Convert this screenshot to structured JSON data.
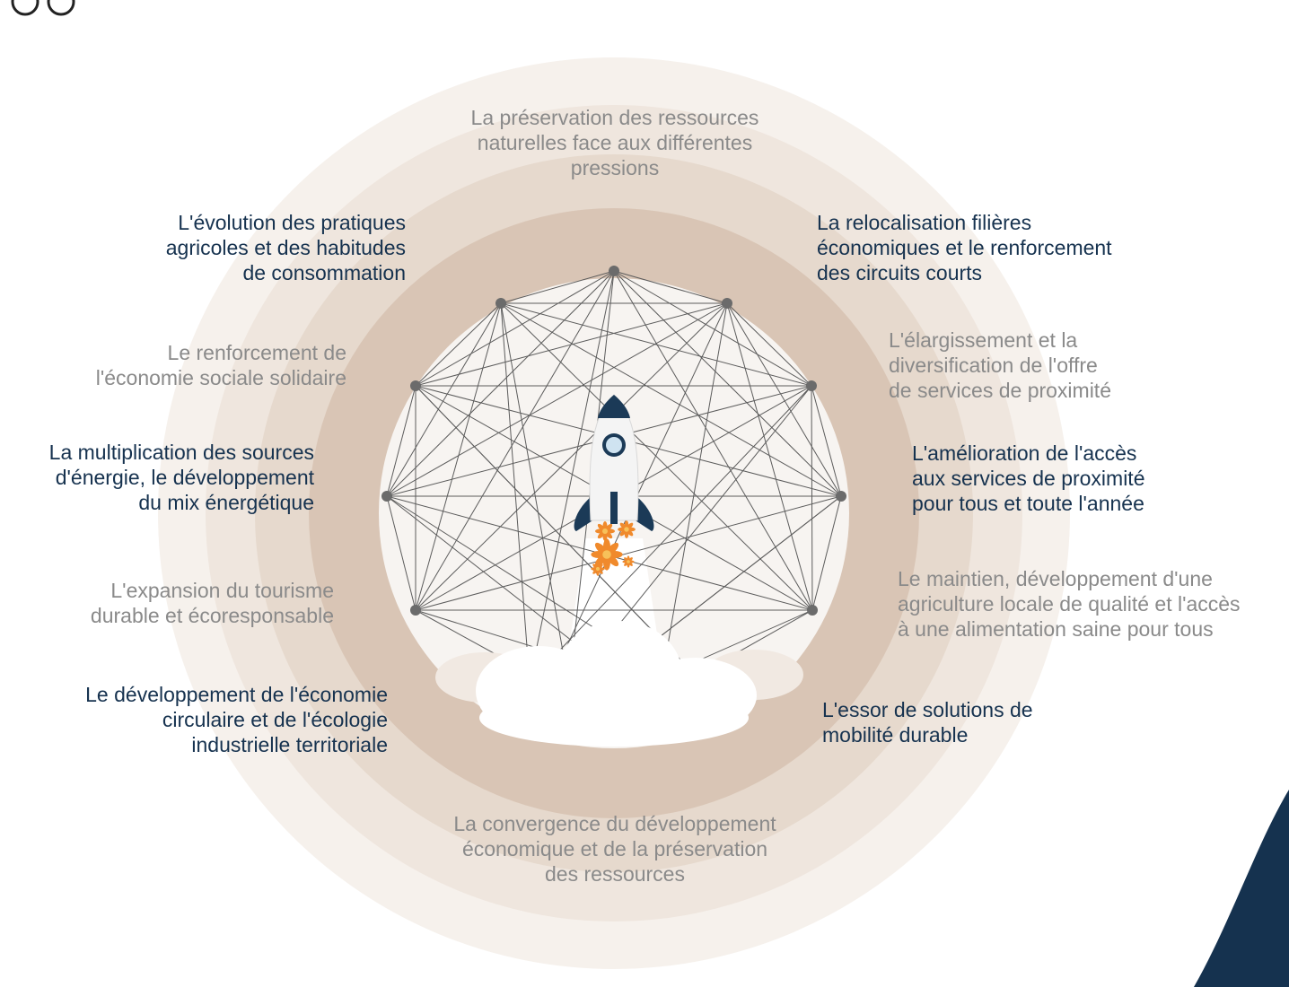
{
  "colors": {
    "ring_outer": "#f6f1ec",
    "ring_2": "#efe6de",
    "ring_3": "#e6d9cd",
    "ring_4": "#d9c5b5",
    "inner_disc": "#f7f4f1",
    "network_line": "#5c5c5c",
    "network_node": "#6b6b6b",
    "dark_text": "#16324f",
    "grey_text": "#8a8a8a",
    "corner_shape": "#15324f",
    "rocket_body": "#f4f4f4",
    "rocket_accent": "#1b3a57",
    "flame": "#f08a2c"
  },
  "icons": {
    "rocket": "rocket-icon",
    "flowers": "flower-flame-icon",
    "clouds": "cloud-icon"
  },
  "labels": {
    "top": [
      "La préservation des ressources",
      "naturelles face aux différentes",
      "pressions"
    ],
    "upper_left": [
      "L'évolution des pratiques",
      "agricoles et des habitudes",
      "de consommation"
    ],
    "upper_right": [
      "La relocalisation filières",
      "économiques et le renforcement",
      "des circuits courts"
    ],
    "left_2": [
      "Le renforcement de",
      "l'économie sociale solidaire"
    ],
    "right_2": [
      "L'élargissement et la",
      "diversification de l'offre",
      "de services de proximité"
    ],
    "left_3": [
      "La multiplication des sources",
      "d'énergie, le développement",
      "du mix énergétique"
    ],
    "right_3": [
      "L'amélioration de l'accès",
      "aux services de proximité",
      "pour tous et toute l'année"
    ],
    "left_4": [
      "L'expansion du tourisme",
      "durable et écoresponsable"
    ],
    "right_4": [
      "Le maintien, développement d'une",
      "agriculture locale de qualité et l'accès",
      "à une alimentation saine pour tous"
    ],
    "lower_left": [
      "Le développement de l'économie",
      "circulaire et de l'écologie",
      "industrielle territoriale"
    ],
    "lower_right": [
      "L'essor de solutions de",
      "mobilité durable"
    ],
    "bottom": [
      "La convergence du développement",
      "économique et de la préservation",
      "des ressources"
    ]
  }
}
